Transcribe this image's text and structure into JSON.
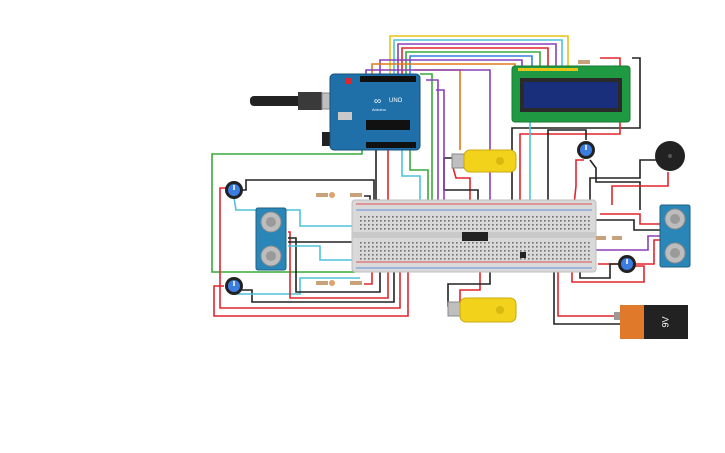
{
  "arduino": {
    "logo": "∞",
    "brand": "Arduino",
    "model": "UNO"
  },
  "battery": {
    "label": "9V"
  },
  "colors": {
    "wire_red": "#e0252c",
    "wire_black": "#222222",
    "wire_green": "#3aa83a",
    "wire_blue": "#3b7de0",
    "wire_purple": "#8a3fb8",
    "wire_orange": "#e07a1a",
    "wire_yellow": "#e6c417",
    "wire_cyan": "#4cc4d8",
    "arduino_board": "#1f6fa8",
    "lcd_board": "#1f9a43",
    "lcd_screen": "#1a2f7c",
    "sensor_board": "#2b86b8",
    "motor_body": "#f2d21b",
    "battery_orange": "#e07a2a",
    "breadboard": "#dcdcdc"
  }
}
